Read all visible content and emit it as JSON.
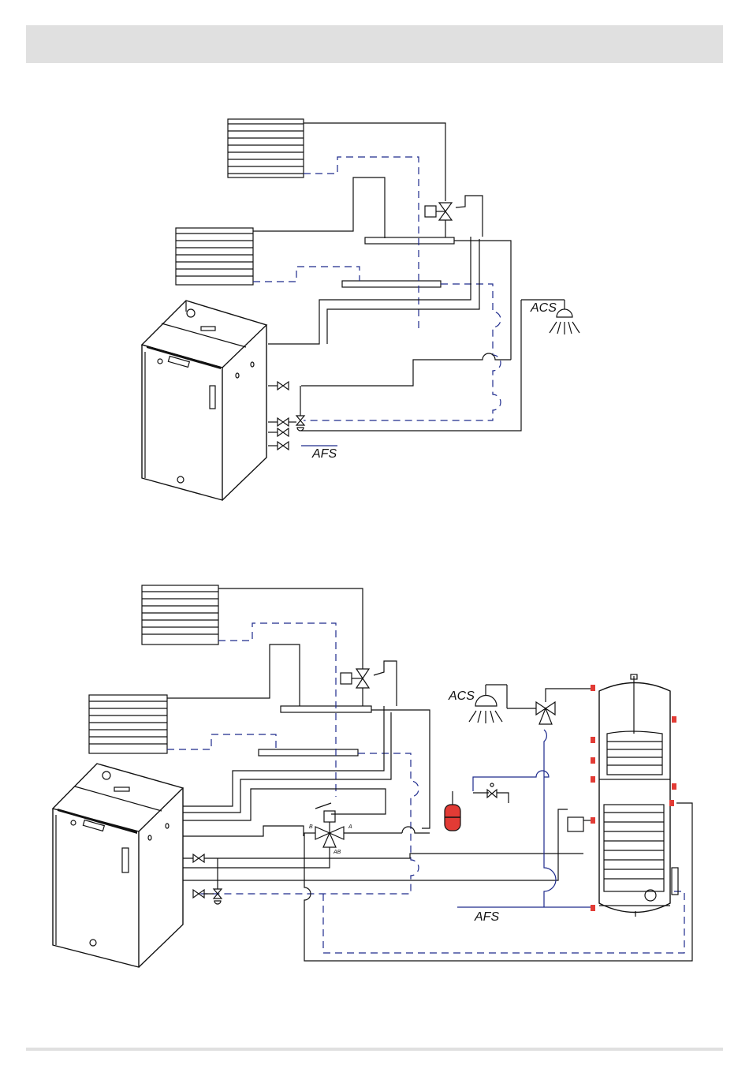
{
  "header": {
    "band_color": "#e0e0e0"
  },
  "diagram_1": {
    "label_acs": "ACS",
    "label_afs": "AFS"
  },
  "diagram_2": {
    "label_acs": "ACS",
    "label_afs": "AFS",
    "port_a": "A",
    "port_b": "B",
    "port_ab": "AB"
  },
  "colors": {
    "line": "#111111",
    "return_line": "#1d2a8c",
    "expansion_vessel": "#e23b35"
  },
  "icons": [
    "radiator-icon",
    "boiler-icon",
    "valve-icon",
    "shower-head-icon",
    "expansion-vessel-icon",
    "storage-tank-icon",
    "three-way-valve-icon",
    "pump-icon"
  ]
}
